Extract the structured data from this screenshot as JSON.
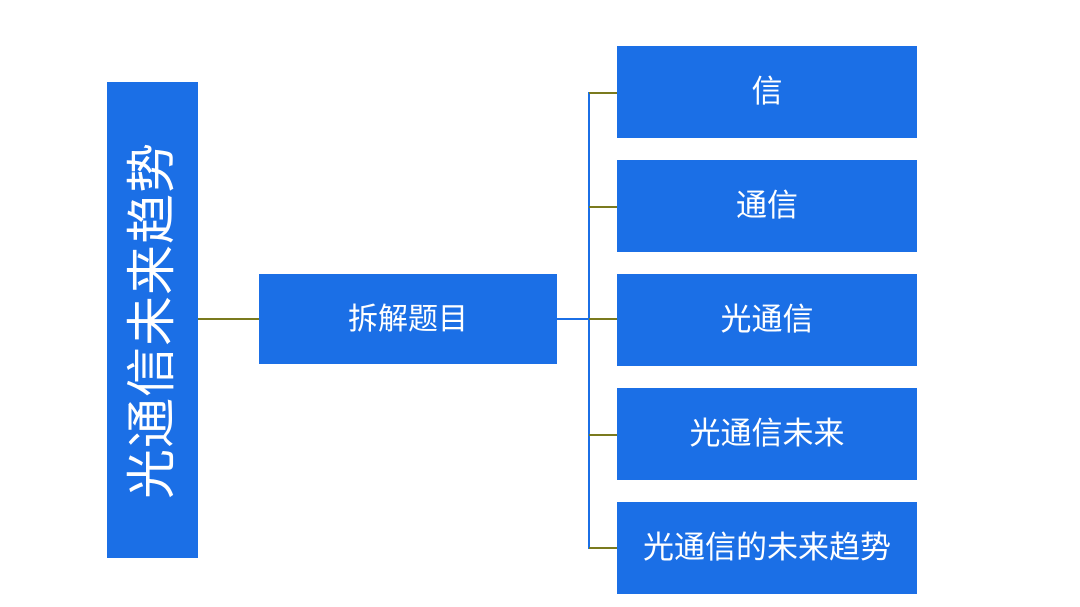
{
  "diagram": {
    "type": "horizontal-tree",
    "colors": {
      "node_fill": "#1b6fe6",
      "node_text": "#ffffff",
      "connector_olive": "#7a7a1e",
      "connector_blue": "#1b6fe6",
      "background": "#ffffff"
    },
    "root": {
      "label": "光通信未来趋势",
      "orientation": "vertical-rotated"
    },
    "branch": {
      "label": "拆解题目"
    },
    "leaves": [
      {
        "label": "信"
      },
      {
        "label": "通信"
      },
      {
        "label": "光通信"
      },
      {
        "label": "光通信未来"
      },
      {
        "label": "光通信的未来趋势"
      }
    ]
  }
}
